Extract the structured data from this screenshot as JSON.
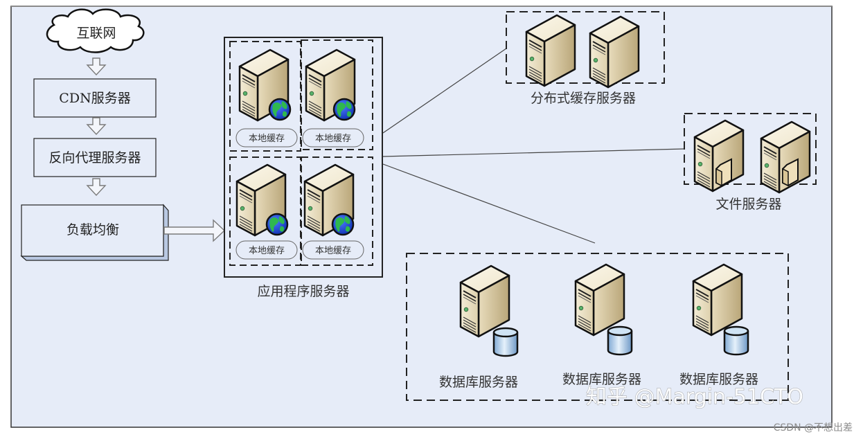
{
  "title": "网站架构图",
  "colors": {
    "canvas_bg": "#e6ecf8",
    "frame": "#333333",
    "server_front": "#e9dfc4",
    "server_side": "#c8b88e",
    "server_top": "#f4eedc",
    "globe_blue": "#1a4ad6",
    "globe_green": "#2aa84a",
    "db_blue": "#9cc3e6",
    "folder": "#ecdcb6",
    "lb_shadow": "#b9c8e2"
  },
  "flow": {
    "internet": "互联网",
    "cdn": "CDN服务器",
    "reverse_proxy": "反向代理服务器",
    "load_balancer": "负载均衡"
  },
  "app_servers": {
    "label": "应用程序服务器",
    "nodes": [
      {
        "cache_label": "本地缓存",
        "badge": "globe"
      },
      {
        "cache_label": "本地缓存",
        "badge": "globe"
      },
      {
        "cache_label": "本地缓存",
        "badge": "globe"
      },
      {
        "cache_label": "本地缓存",
        "badge": "globe"
      }
    ]
  },
  "distributed_cache": {
    "label": "分布式缓存服务器",
    "server_count": 2
  },
  "file_servers": {
    "label": "文件服务器",
    "server_count": 2,
    "badge": "document"
  },
  "database_servers": {
    "servers": [
      {
        "label": "数据库服务器",
        "badge": "database"
      },
      {
        "label": "数据库服务器",
        "badge": "database"
      },
      {
        "label": "数据库服务器",
        "badge": "database"
      }
    ]
  },
  "watermark": "知乎 @Margin-51CTO",
  "credit": "CSDN @不想出差"
}
